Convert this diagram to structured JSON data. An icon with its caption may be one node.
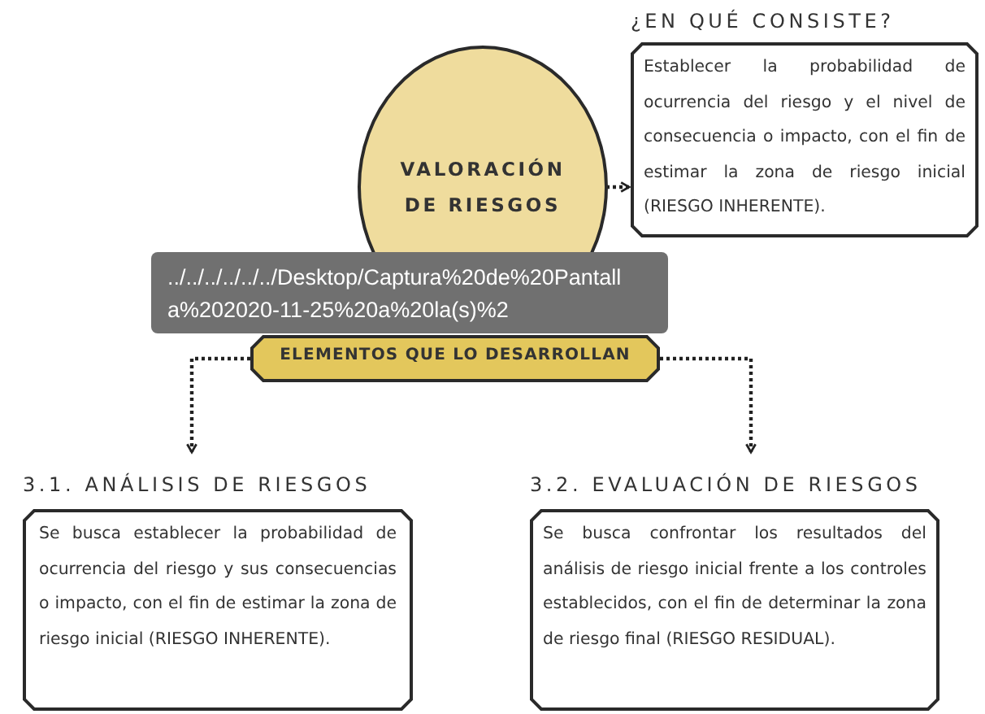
{
  "diagram": {
    "nodes": [
      {
        "text": [
          "VALORACIÓN DE RIESGOS"
        ]
      },
      {
        "text": [
          "¿EN QUÉ CONSISTE?",
          "Establecer la probabilidad de ocurrencia del riesgo y el nivel de consecuencia o impacto, con el fin de estimar la zona de riesgo inicial (RIESGO INHERENTE)."
        ]
      },
      {
        "text": [
          "ELEMENTOS QUE LO DESARROLLAN"
        ]
      },
      {
        "text": [
          "3.1. ANÁLISIS DE RIESGOS",
          "Se busca establecer la probabilidad de ocurrencia del riesgo y sus consecuencias o impacto, con el fin de estimar la zona de riesgo inicial (RIESGO INHERENTE)."
        ]
      },
      {
        "text": [
          "3.2. EVALUACIÓN DE RIESGOS",
          "Se busca confrontar los resultados del análisis de riesgo inicial frente a los controles establecidos, con el fin de determinar la zona de riesgo final (RIESGO RESIDUAL)."
        ]
      }
    ],
    "edges": [
      {
        "from": 0,
        "to": 1,
        "arrow": "to"
      },
      {
        "from": 2,
        "to": 3,
        "arrow": "to"
      },
      {
        "from": 2,
        "to": 4,
        "arrow": "to"
      }
    ],
    "labels": [
      "../../../../../../Desktop/Captura%20de%20Pantalla%202020-11-25%20a%20la(s)%2"
    ]
  }
}
